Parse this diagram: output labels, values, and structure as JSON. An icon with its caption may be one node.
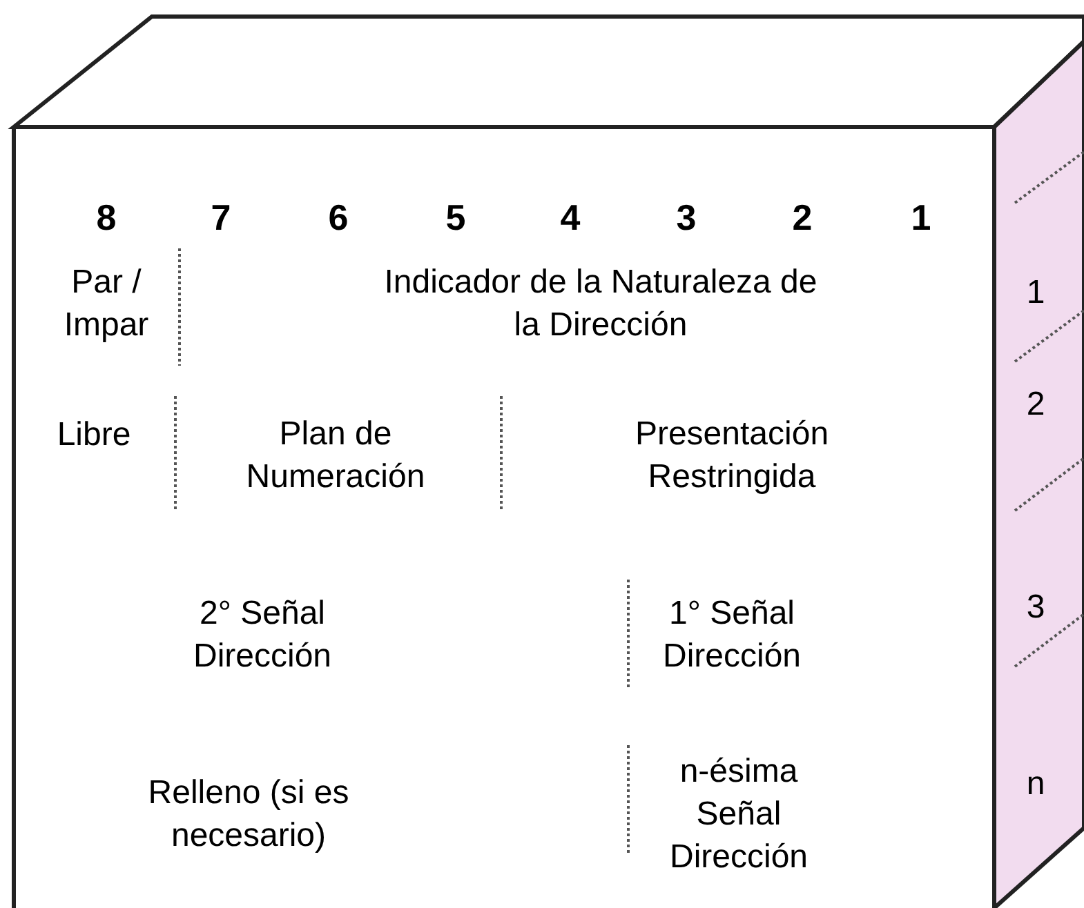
{
  "diagram": {
    "labels": [
      "8",
      "7",
      "6",
      "5",
      "4",
      "3",
      "2",
      "1",
      "Par / Impar",
      "Indicador de la Naturaleza de la Dirección",
      "1",
      "Libre",
      "Plan de Numeración",
      "Presentación Restringida",
      "2",
      "2° Señal Dirección",
      "1° Señal Dirección",
      "3",
      "Relleno (si es necesario)",
      "n-ésima Señal Dirección",
      "n"
    ]
  }
}
